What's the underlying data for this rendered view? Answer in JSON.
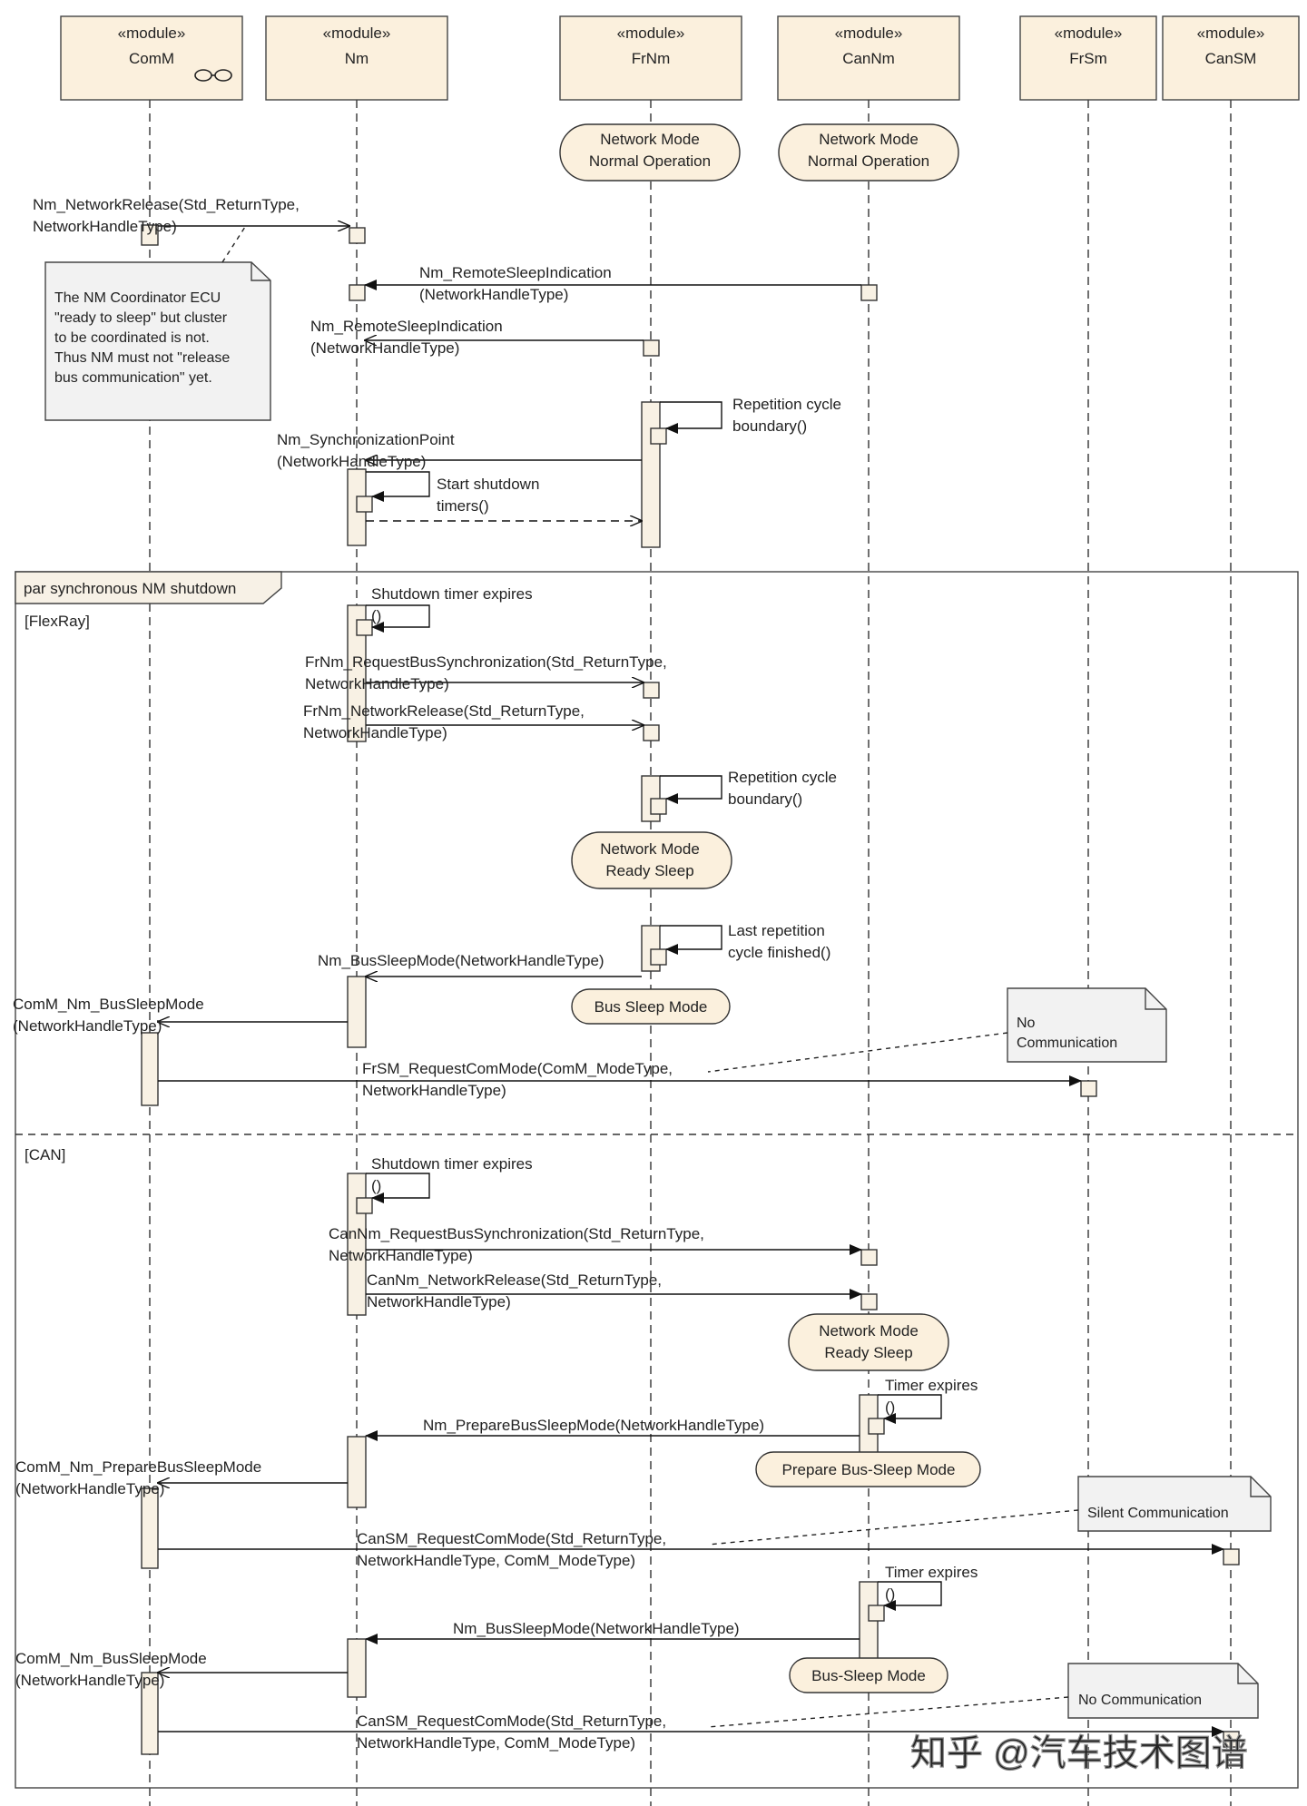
{
  "modules": [
    {
      "id": "ComM",
      "stereotype": "«module»",
      "name": "ComM"
    },
    {
      "id": "Nm",
      "stereotype": "«module»",
      "name": "Nm"
    },
    {
      "id": "FrNm",
      "stereotype": "«module»",
      "name": "FrNm"
    },
    {
      "id": "CanNm",
      "stereotype": "«module»",
      "name": "CanNm"
    },
    {
      "id": "FrSm",
      "stereotype": "«module»",
      "name": "FrSm"
    },
    {
      "id": "CanSM",
      "stereotype": "«module»",
      "name": "CanSM"
    }
  ],
  "states": {
    "frnm_normal": [
      "Network Mode",
      "Normal Operation"
    ],
    "cannm_normal": [
      "Network Mode",
      "Normal Operation"
    ],
    "fr_ready_sleep": [
      "Network Mode",
      "Ready Sleep"
    ],
    "fr_bus_sleep": [
      "Bus Sleep Mode"
    ],
    "can_ready_sleep": [
      "Network Mode",
      "Ready Sleep"
    ],
    "can_prepare_bus_sleep": [
      "Prepare Bus-Sleep Mode"
    ],
    "can_bus_sleep": [
      "Bus-Sleep Mode"
    ]
  },
  "notes": {
    "coordinator": [
      "The NM Coordinator ECU",
      "\"ready to sleep\" but cluster",
      "to be coordinated is not.",
      "Thus NM must not \"release",
      "bus communication\" yet."
    ],
    "fr_no_comm": [
      "No",
      "Communication"
    ],
    "can_silent": [
      "Silent Communication"
    ],
    "can_no_comm": [
      "No Communication"
    ]
  },
  "messages": {
    "m01": [
      "Nm_NetworkRelease(Std_ReturnType,",
      "NetworkHandleType)"
    ],
    "m02": [
      "Nm_RemoteSleepIndication",
      "(NetworkHandleType)"
    ],
    "m03": [
      "Nm_RemoteSleepIndication",
      "(NetworkHandleType)"
    ],
    "m04": [
      "Repetition cycle",
      "boundary()"
    ],
    "m05": [
      "Nm_SynchronizationPoint",
      "(NetworkHandleType)"
    ],
    "m06": [
      "Start shutdown",
      "timers()"
    ],
    "m07": [
      "Shutdown timer expires",
      "()"
    ],
    "m08": [
      "FrNm_RequestBusSynchronization(Std_ReturnType,",
      "NetworkHandleType)"
    ],
    "m09": [
      "FrNm_NetworkRelease(Std_ReturnType,",
      "NetworkHandleType)"
    ],
    "m10": [
      "Repetition cycle",
      "boundary()"
    ],
    "m11": [
      "Last repetition",
      "cycle finished()"
    ],
    "m12": [
      "Nm_BusSleepMode(NetworkHandleType)"
    ],
    "m13": [
      "ComM_Nm_BusSleepMode",
      "(NetworkHandleType)"
    ],
    "m14": [
      "FrSM_RequestComMode(ComM_ModeType,",
      "NetworkHandleType)"
    ],
    "m15": [
      "Shutdown timer expires",
      "()"
    ],
    "m16": [
      "CanNm_RequestBusSynchronization(Std_ReturnType,",
      "NetworkHandleType)"
    ],
    "m17": [
      "CanNm_NetworkRelease(Std_ReturnType,",
      "NetworkHandleType)"
    ],
    "m18": [
      "Timer expires",
      "()"
    ],
    "m19": [
      "Nm_PrepareBusSleepMode(NetworkHandleType)"
    ],
    "m20": [
      "ComM_Nm_PrepareBusSleepMode",
      "(NetworkHandleType)"
    ],
    "m21": [
      "CanSM_RequestComMode(Std_ReturnType,",
      "NetworkHandleType, ComM_ModeType)"
    ],
    "m22": [
      "Timer expires",
      "()"
    ],
    "m23": [
      "Nm_BusSleepMode(NetworkHandleType)"
    ],
    "m24": [
      "ComM_Nm_BusSleepMode",
      "(NetworkHandleType)"
    ],
    "m25": [
      "CanSM_RequestComMode(Std_ReturnType,",
      "NetworkHandleType, ComM_ModeType)"
    ]
  },
  "fragment": {
    "label": "par synchronous NM shutdown",
    "guard_flexray": "[FlexRay]",
    "guard_can": "[CAN]"
  },
  "watermark": "知乎 @汽车技术图谱"
}
